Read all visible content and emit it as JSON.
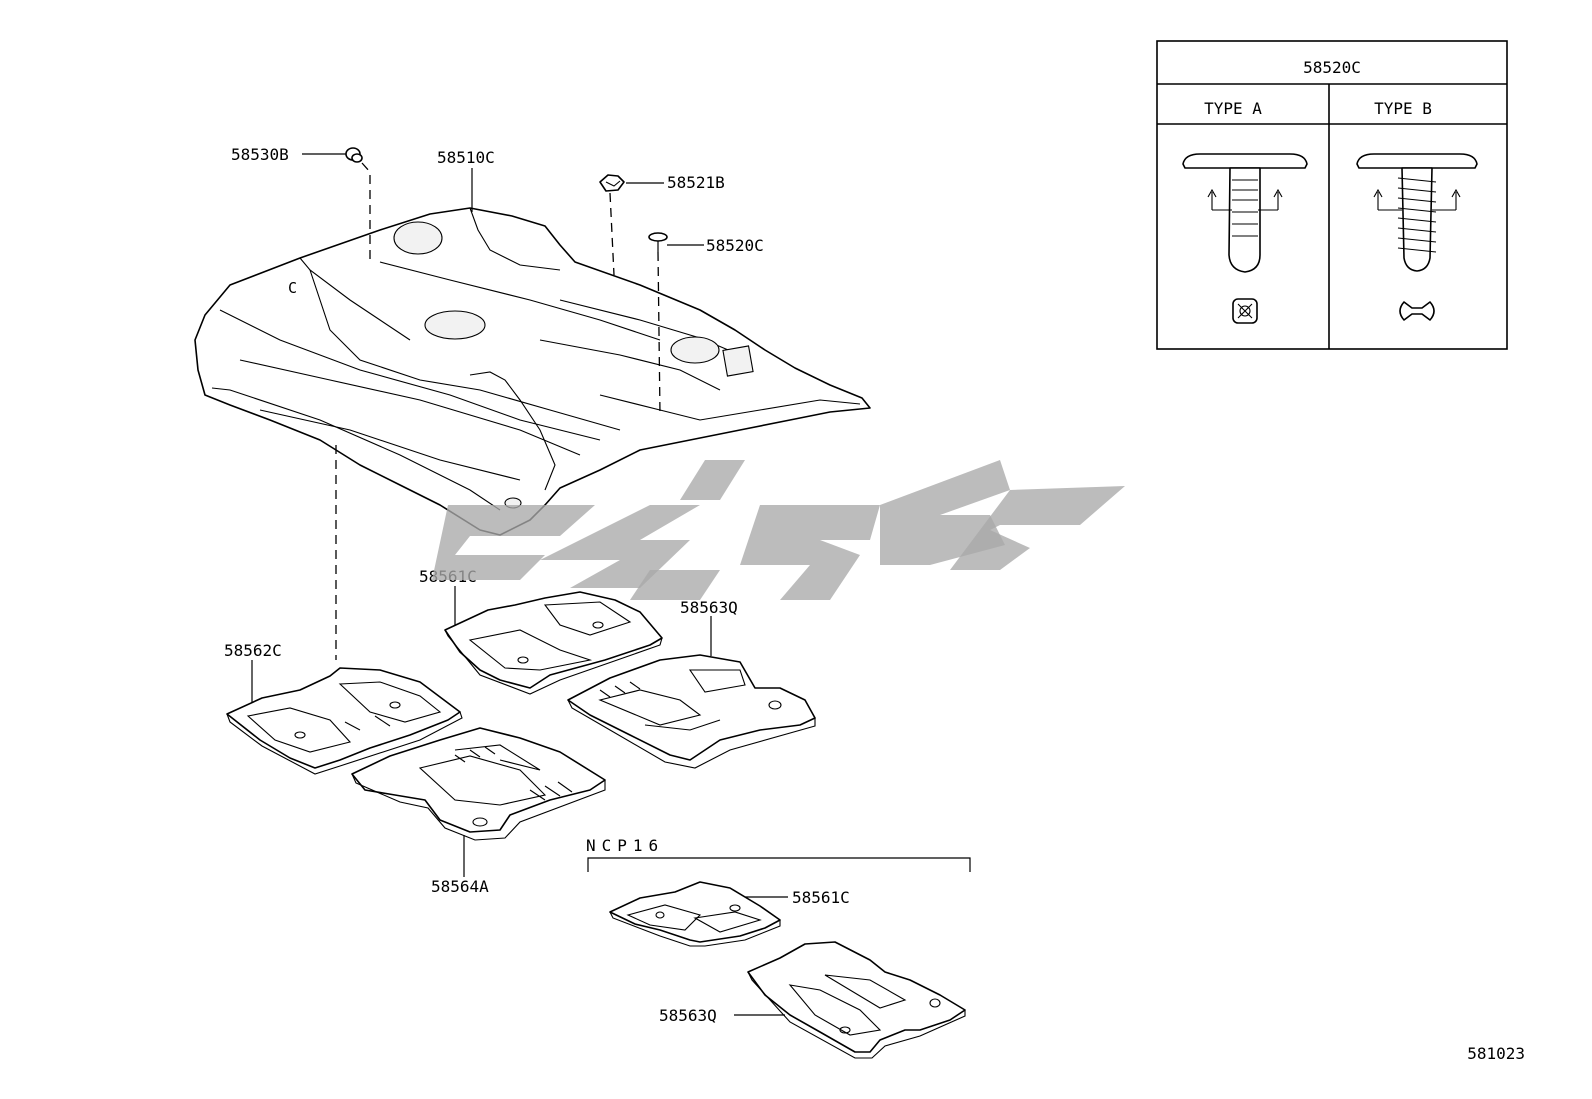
{
  "labels": {
    "p58530B": "58530B",
    "p58510C": "58510C",
    "p58521B": "58521B",
    "p58520C": "58520C",
    "p58561C": "58561C",
    "p58563Q": "58563Q",
    "p58562C": "58562C",
    "p58564A": "58564A",
    "p58561C_ncp": "58561C",
    "p58563Q_ncp": "58563Q",
    "carpet_marker": "C"
  },
  "ncp_group": {
    "title": "NCP16"
  },
  "detail_box": {
    "title": "58520C",
    "type_a": "TYPE A",
    "type_b": "TYPE B"
  },
  "page_code": "581023",
  "watermark_color": "#a9a9a9"
}
